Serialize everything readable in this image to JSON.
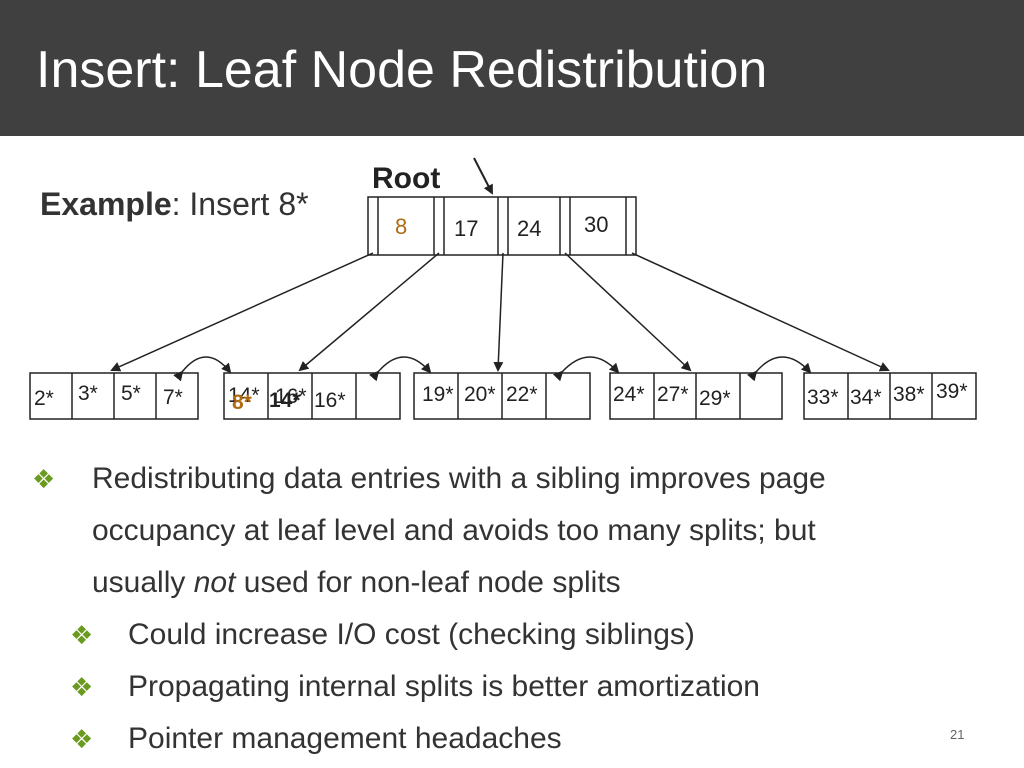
{
  "slide": {
    "title": "Insert: Leaf Node Redistribution",
    "example_label": "Example",
    "example_text": ": Insert 8*",
    "root_label": "Root",
    "page_number": "21"
  },
  "tree": {
    "root_keys": [
      "8",
      "17",
      "24",
      "30"
    ],
    "leaves": [
      [
        "2*",
        "3*",
        "5*",
        "7*"
      ],
      [
        "14*",
        "8*",
        "14*",
        "16*",
        "16*"
      ],
      [
        "19*",
        "20*",
        "22*"
      ],
      [
        "24*",
        "27*",
        "29*"
      ],
      [
        "33*",
        "34*",
        "38*",
        "39*"
      ]
    ]
  },
  "bullets": {
    "main_line1": "Redistributing data entries with a sibling improves page",
    "main_line2": "occupancy at leaf level and avoids too many splits; but",
    "main_line3_pre": "usually ",
    "main_line3_em": "not",
    "main_line3_post": " used for non-leaf node splits",
    "sub": [
      "Could increase I/O cost (checking siblings)",
      "Propagating internal splits is better amortization",
      "Pointer management headaches"
    ],
    "diamond_glyph": "❖"
  },
  "colors": {
    "title_bg": "#404040",
    "accent_key": "#b06a12",
    "bullet_diamond": "#6a9a1f"
  }
}
